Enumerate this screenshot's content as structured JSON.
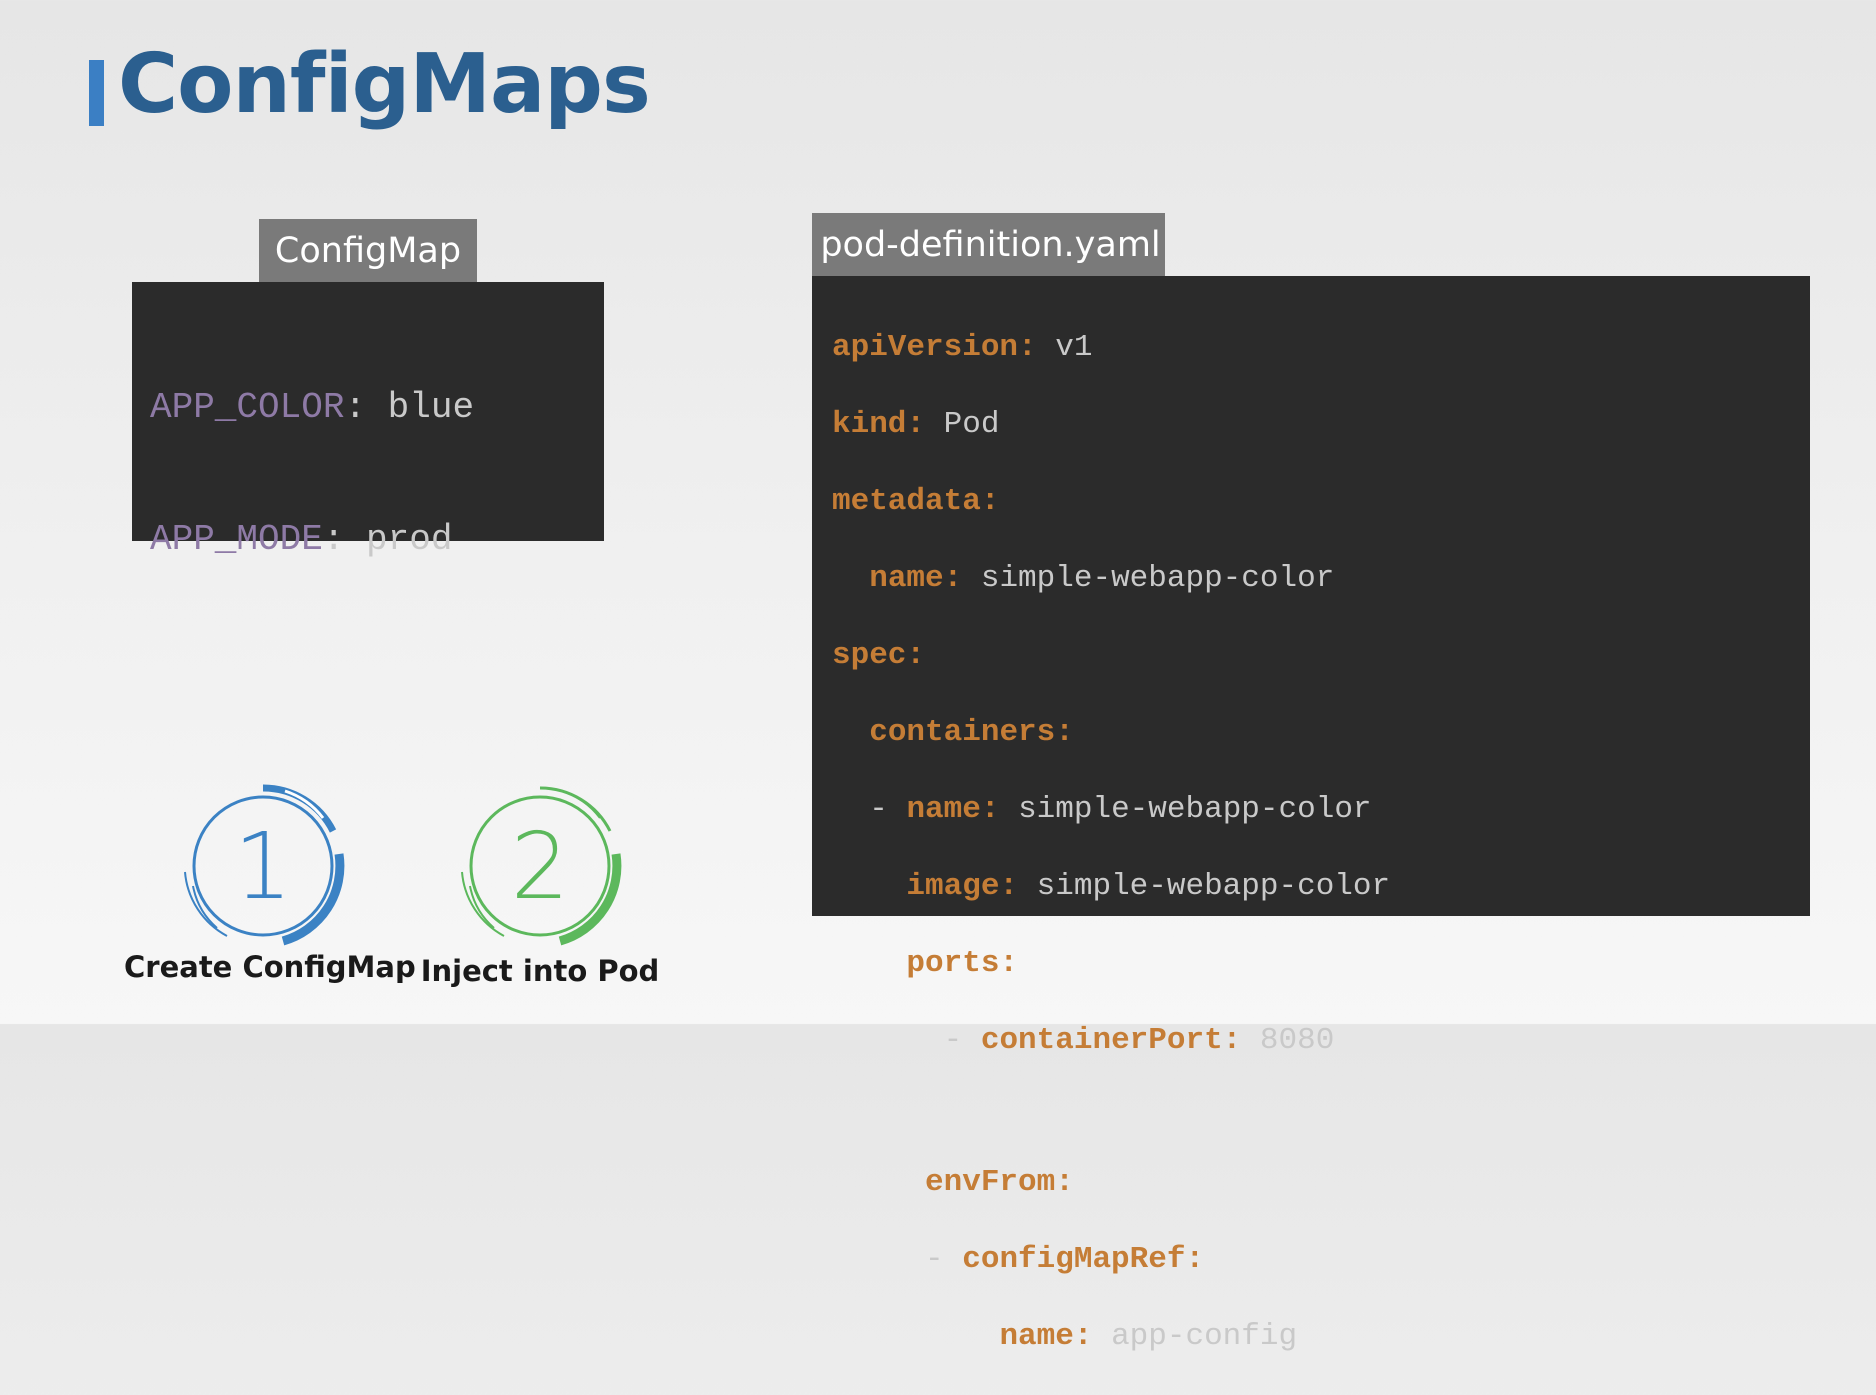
{
  "header": {
    "title": "ConfigMaps"
  },
  "configmap": {
    "tab_label": "ConfigMap",
    "entries": [
      {
        "key": "APP_COLOR",
        "sep": ":",
        "value": "blue"
      },
      {
        "key": "APP_MODE",
        "sep": ":",
        "value": "prod"
      }
    ]
  },
  "pod": {
    "tab_label": "pod-definition.yaml",
    "lines": {
      "api_key": "apiVersion:",
      "api_val": "v1",
      "kind_key": "kind:",
      "kind_val": "Pod",
      "metadata_key": "metadata:",
      "meta_name_key": "name:",
      "meta_name_val": "simple-webapp-color",
      "spec_key": "spec:",
      "containers_key": "containers:",
      "dash1": "- ",
      "cname_key": "name:",
      "cname_val": "simple-webapp-color",
      "image_key": "image:",
      "image_val": "simple-webapp-color",
      "ports_key": "ports:",
      "dash2": "- ",
      "cport_key": "containerPort:",
      "cport_val": "8080",
      "envfrom_key": "envFrom:",
      "dash3": "- ",
      "cmref_key": "configMapRef:",
      "ref_name_key": "name:",
      "ref_name_val": "app-config"
    }
  },
  "steps": [
    {
      "number": "1",
      "label": "Create ConfigMap",
      "color": "#3b82c4"
    },
    {
      "number": "2",
      "label": "Inject into Pod",
      "color": "#5cb85c"
    }
  ]
}
